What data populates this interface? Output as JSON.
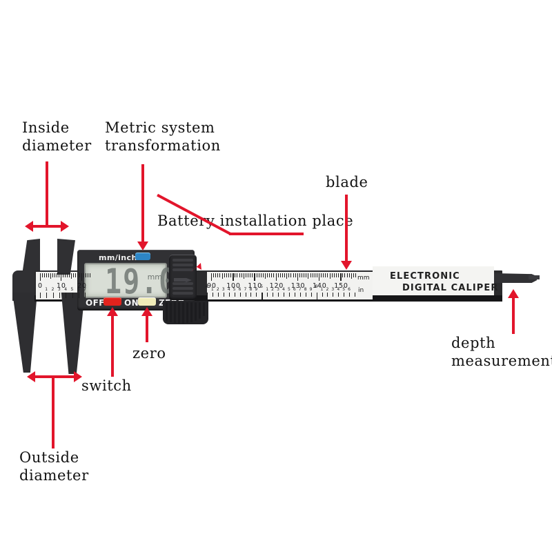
{
  "figure": {
    "subject": "Electronic digital caliper annotated parts diagram",
    "accent_color": "#e2152b",
    "body_color": "#2b2b2d",
    "scale_color": "#f2f2f0"
  },
  "annotations": [
    {
      "id": "inside-diameter",
      "label": "Inside\ndiameter"
    },
    {
      "id": "metric-transform",
      "label": "Metric system\ntransformation"
    },
    {
      "id": "battery-place",
      "label": "Battery installation place"
    },
    {
      "id": "blade",
      "label": "blade"
    },
    {
      "id": "depth-measurement",
      "label": "depth\nmeasurement"
    },
    {
      "id": "zero",
      "label": "zero"
    },
    {
      "id": "switch",
      "label": "switch"
    },
    {
      "id": "outside-diameter",
      "label": "Outside\ndiameter"
    }
  ],
  "caliper": {
    "display": {
      "value": "19.0",
      "unit": "mm"
    },
    "mode_button": {
      "label": "mm/inch",
      "color": "#2d86c6"
    },
    "keys": [
      {
        "name": "off",
        "label": "OFF",
        "color": "#e2231d"
      },
      {
        "name": "on",
        "label": "ON",
        "color": "#e2231d"
      },
      {
        "name": "zero",
        "label": "ZERO",
        "color": "#f0ecb8"
      }
    ],
    "brand": {
      "line1": "ELECTRONIC",
      "line2": "DIGITAL CALIPER"
    },
    "scale_units": {
      "metric": "mm",
      "imperial": "in"
    },
    "main_scale_mm": [
      "90",
      "100",
      "110",
      "120",
      "130",
      "140",
      "150"
    ],
    "main_scale_in": [
      "4",
      "5",
      "6"
    ],
    "vernier_scale_mm": [
      "0",
      "10",
      "20"
    ],
    "vernier_scale_in": [
      "1",
      "2",
      "3",
      "4",
      "5",
      "6",
      "7"
    ]
  }
}
